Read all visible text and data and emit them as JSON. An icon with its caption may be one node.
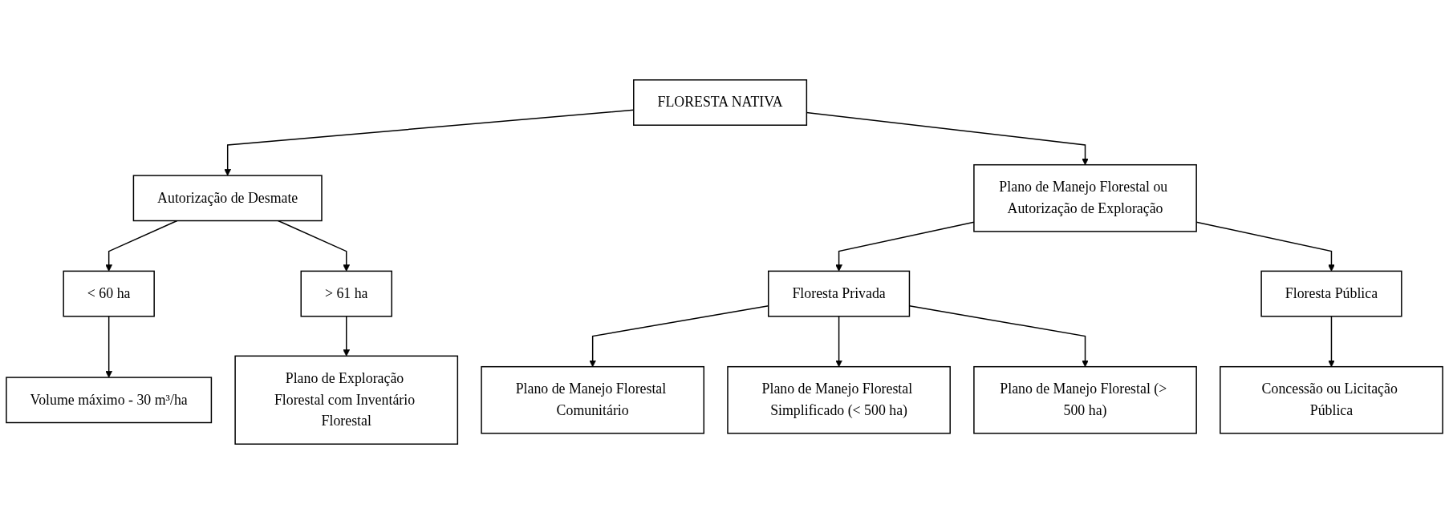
{
  "diagram": {
    "nodes": [
      {
        "text": [
          "FLORESTA NATIVA"
        ]
      },
      {
        "text": [
          "Autorização de Desmate"
        ]
      },
      {
        "text": [
          "Plano de Manejo Florestal ou Autorização de Exploração"
        ]
      },
      {
        "text": [
          "< 60 ha"
        ]
      },
      {
        "text": [
          "> 61 ha"
        ]
      },
      {
        "text": [
          "Floresta Privada"
        ]
      },
      {
        "text": [
          "Floresta Pública"
        ]
      },
      {
        "text": [
          "Volume máximo - 30 m³/ha"
        ]
      },
      {
        "text": [
          "Plano de Exploração Florestal com Inventário Florestal"
        ]
      },
      {
        "text": [
          "Plano de Manejo Florestal Comunitário"
        ]
      },
      {
        "text": [
          "Plano de Manejo Florestal (> 500 ha)"
        ]
      },
      {
        "text": [
          "Plano de Manejo Florestal Simplificado (< 500 ha)"
        ]
      },
      {
        "text": [
          "Concessão ou Licitação Pública"
        ]
      }
    ],
    "edges": [
      {
        "from": 0,
        "to": 1,
        "arrow": "to"
      },
      {
        "from": 0,
        "to": 2,
        "arrow": "to"
      },
      {
        "from": 1,
        "to": 3,
        "arrow": "to"
      },
      {
        "from": 1,
        "to": 4,
        "arrow": "to"
      },
      {
        "from": 3,
        "to": 7,
        "arrow": "to"
      },
      {
        "from": 4,
        "to": 8,
        "arrow": "to"
      },
      {
        "from": 2,
        "to": 5,
        "arrow": "to"
      },
      {
        "from": 2,
        "to": 6,
        "arrow": "to"
      },
      {
        "from": 5,
        "to": 9,
        "arrow": "to"
      },
      {
        "from": 5,
        "to": 11,
        "arrow": "to"
      },
      {
        "from": 5,
        "to": 10,
        "arrow": "to"
      },
      {
        "from": 6,
        "to": 12,
        "arrow": "to"
      }
    ]
  }
}
